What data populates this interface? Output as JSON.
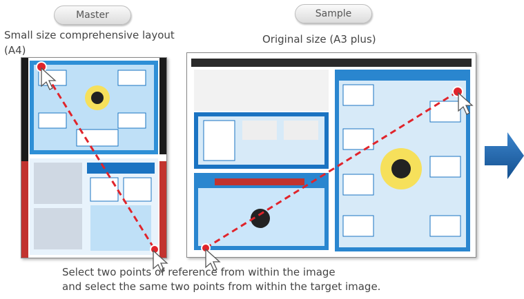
{
  "labels": {
    "master": "Master",
    "sample": "Sample",
    "master_caption": "Small size comprehensive layout (A4)",
    "sample_caption": "Original size (A3 plus)",
    "instruction_line1": "Select two points of reference from within the image",
    "instruction_line2": "and select the same two points from within the target image."
  },
  "colors": {
    "accent_blue": "#1a73c2",
    "reference_line": "#e0242b",
    "arrow": "#1c5ea8"
  },
  "icons": [
    "cursor-icon",
    "reference-point-icon",
    "next-arrow-icon"
  ]
}
